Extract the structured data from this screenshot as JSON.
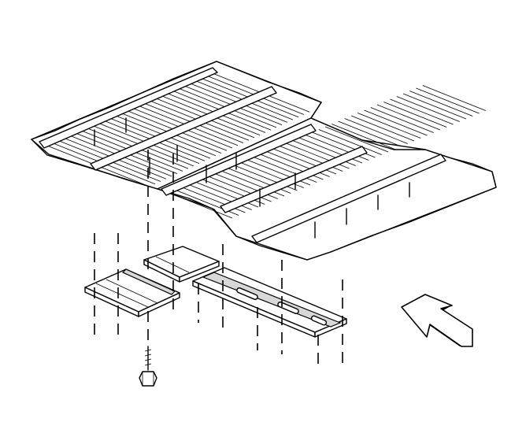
{
  "diagram": {
    "style": "exploded line illustration",
    "parts": [
      "floor-panel-assembly",
      "front-support-bracket",
      "middle-support-bracket",
      "rear-support-bracket",
      "bolt"
    ],
    "direction_arrow": "front-of-vehicle-arrow",
    "colors": {
      "line": "#000000",
      "background": "#ffffff",
      "arrow_shade": "#9a9a9a"
    }
  }
}
